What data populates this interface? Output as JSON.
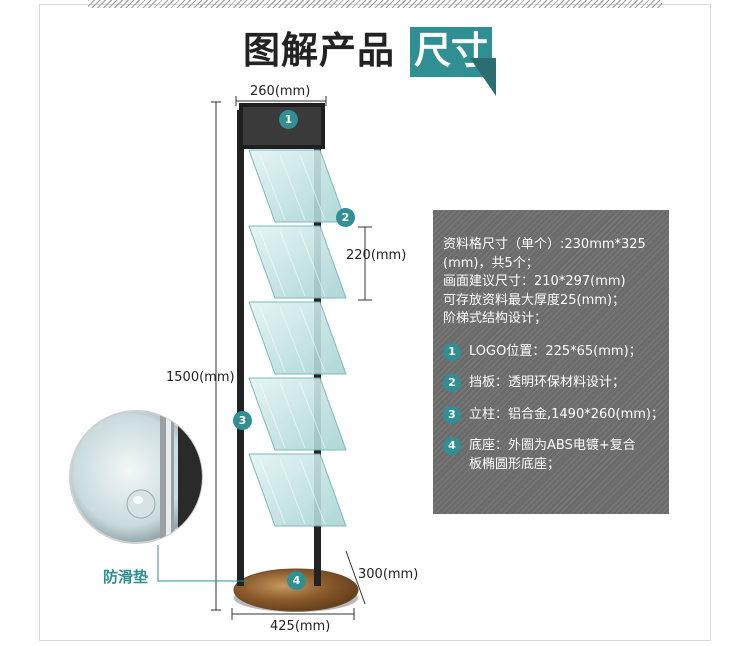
{
  "title": {
    "part1": "图解产品",
    "part2": "尺寸"
  },
  "dimensions": {
    "top_width": "260(mm)",
    "shelf_spacing": "220(mm)",
    "height": "1500(mm)",
    "base_depth": "300(mm)",
    "base_width": "425(mm)"
  },
  "callout_label": "防滑垫",
  "markers": [
    "1",
    "2",
    "3",
    "4"
  ],
  "info": {
    "lines": [
      "资料格尺寸（单个）:230mm*325",
      "(mm)，共5个；",
      "画面建议尺寸：210*297(mm)",
      "可存放资料最大厚度25(mm)；",
      "阶梯式结构设计；"
    ],
    "features": [
      {
        "num": "1",
        "text": "LOGO位置：225*65(mm)；"
      },
      {
        "num": "2",
        "text": "挡板：透明环保材料设计；"
      },
      {
        "num": "3",
        "text": "立柱：铝合金,1490*260(mm)；"
      },
      {
        "num": "4",
        "text": "底座：外圈为ABS电镀+复合\n板椭圆形底座；"
      }
    ]
  },
  "colors": {
    "accent": "#2f8f93",
    "panel": "#6b6b6b",
    "frame": "#222222",
    "base": "#8a5a2b"
  }
}
